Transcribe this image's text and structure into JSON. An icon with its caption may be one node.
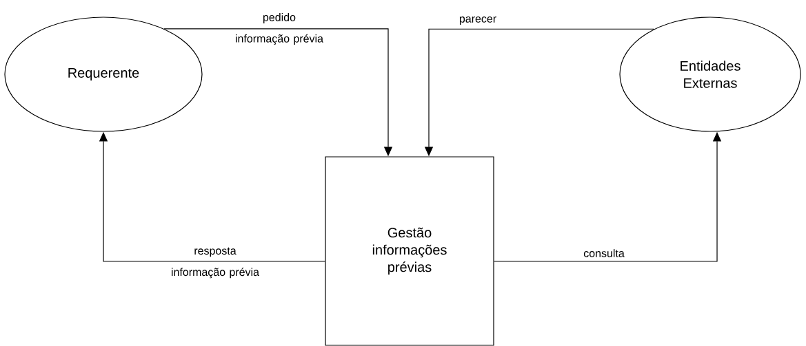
{
  "diagram": {
    "nodes": [
      {
        "text": [
          "Requerente"
        ]
      },
      {
        "text": [
          "Entidades Externas"
        ]
      },
      {
        "text": [
          "Gestão informações prévias"
        ]
      }
    ],
    "edges": [
      {
        "from": 0,
        "to": 2,
        "arrow": "to",
        "label": "pedido informação prévia"
      },
      {
        "from": 1,
        "to": 2,
        "arrow": "to",
        "label": "parecer"
      },
      {
        "from": 2,
        "to": 0,
        "arrow": "to",
        "label": "resposta informação prévia"
      },
      {
        "from": 2,
        "to": 1,
        "arrow": "to",
        "label": "consulta"
      }
    ]
  }
}
